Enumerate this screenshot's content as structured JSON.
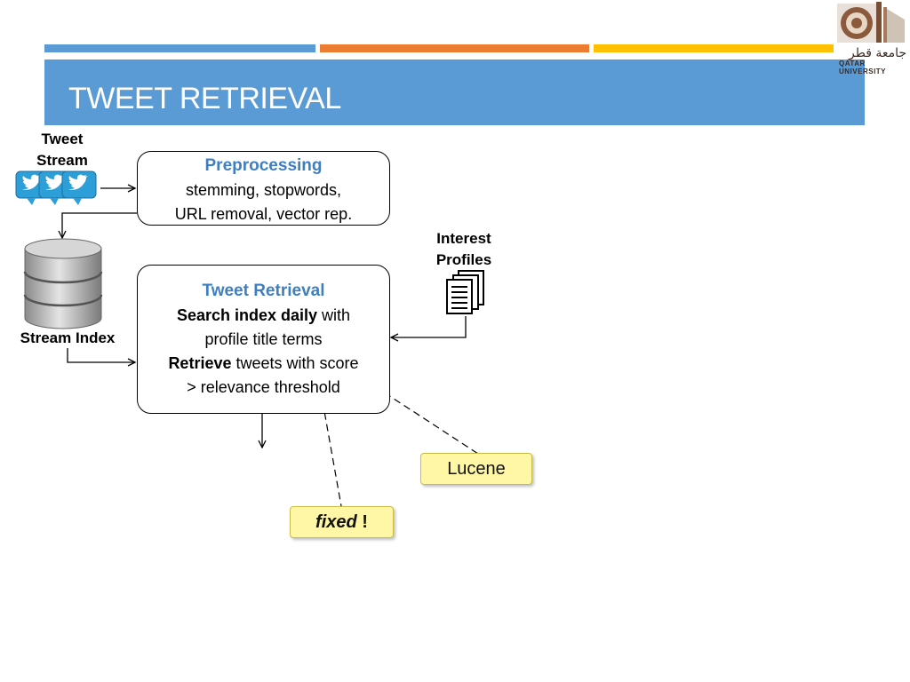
{
  "slide": {
    "title": "TWEET RETRIEVAL"
  },
  "logo": {
    "arabic": "جامعة قطر",
    "english": "QATAR UNIVERSITY"
  },
  "colors": {
    "bar1": "#5b9bd5",
    "bar2": "#ed7d31",
    "bar3": "#ffc000",
    "box_title": "#3f7fc0",
    "note_fill": "#fff7a6"
  },
  "tweet_stream": {
    "line1": "Tweet",
    "line2": "Stream",
    "icon": "twitter-bird-icon"
  },
  "preprocessing": {
    "title": "Preprocessing",
    "line1": "stemming, stopwords,",
    "line2": "URL removal, vector rep."
  },
  "stream_index": {
    "label": "Stream Index",
    "icon": "database-icon"
  },
  "interest_profiles": {
    "line1": "Interest",
    "line2": "Profiles",
    "icon": "documents-icon"
  },
  "tweet_retrieval": {
    "title": "Tweet Retrieval",
    "l1_bold": "Search index daily",
    "l1_rest": " with",
    "l2": "profile title terms",
    "l3_bold": "Retrieve",
    "l3_rest": " tweets with score",
    "l4": "> relevance threshold"
  },
  "notes": {
    "lucene": "Lucene",
    "fixed_word": "fixed",
    "fixed_mark": " !"
  }
}
